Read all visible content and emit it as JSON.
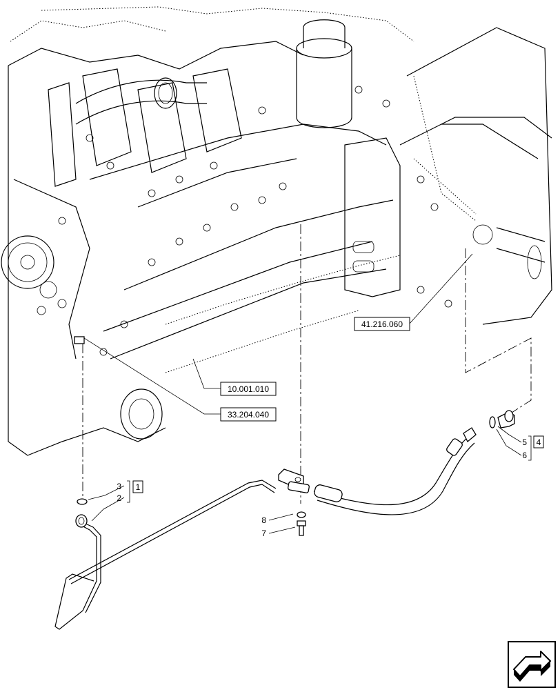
{
  "ref_labels": {
    "r1": "41.216.060",
    "r2": "10.001.010",
    "r3": "33.204.040"
  },
  "callouts": {
    "c1": "1",
    "c2": "2",
    "c3": "3",
    "c4": "4",
    "c5": "5",
    "c6": "6",
    "c7": "7",
    "c8": "8"
  },
  "icons": {
    "corner": "next-page-arrow-icon"
  }
}
